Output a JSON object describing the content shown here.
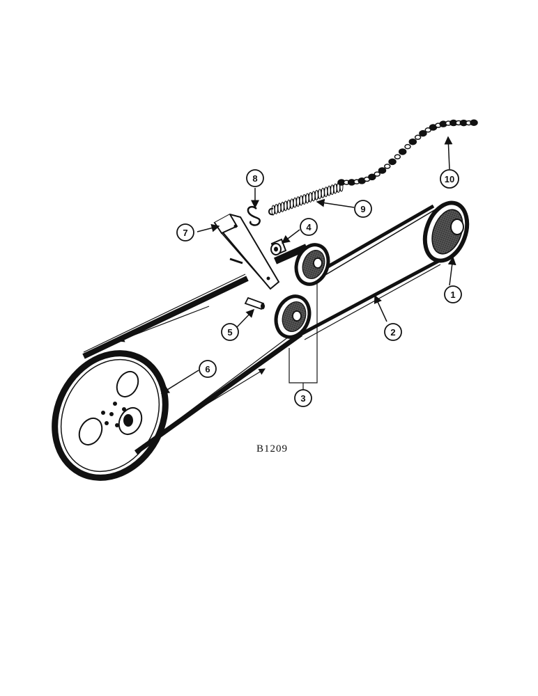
{
  "figure": {
    "code": "B1209",
    "callouts": [
      {
        "id": "c1",
        "label": "1"
      },
      {
        "id": "c2",
        "label": "2"
      },
      {
        "id": "c3",
        "label": "3"
      },
      {
        "id": "c4",
        "label": "4"
      },
      {
        "id": "c5",
        "label": "5"
      },
      {
        "id": "c6",
        "label": "6"
      },
      {
        "id": "c7",
        "label": "7"
      },
      {
        "id": "c8",
        "label": "8"
      },
      {
        "id": "c9",
        "label": "9"
      },
      {
        "id": "c10",
        "label": "10"
      }
    ]
  }
}
